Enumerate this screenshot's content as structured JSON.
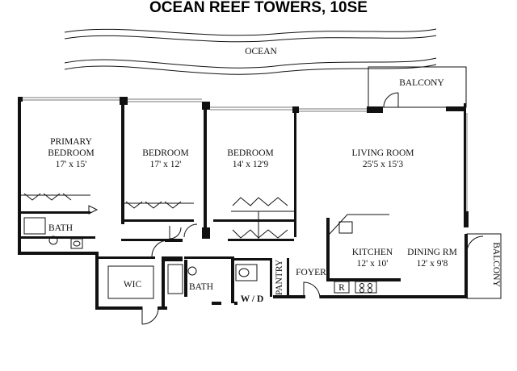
{
  "title": "OCEAN REEF TOWERS, 10SE",
  "ocean": "OCEAN",
  "rooms": {
    "primary_bedroom": {
      "name_line1": "PRIMARY",
      "name_line2": "BEDROOM",
      "dims": "17' x 15'"
    },
    "bedroom_1": {
      "name": "BEDROOM",
      "dims": "17' x 12'"
    },
    "bedroom_2": {
      "name": "BEDROOM",
      "dims": "14' x 12'9"
    },
    "living_room": {
      "name": "LIVING ROOM",
      "dims": "25'5 x 15'3"
    },
    "kitchen": {
      "name": "KITCHEN",
      "dims": "12' x 10'"
    },
    "dining": {
      "name": "DINING RM",
      "dims": "12' x 9'8"
    },
    "balcony_top": {
      "name": "BALCONY"
    },
    "balcony_right": {
      "name": "BALCONY"
    },
    "bath_1": {
      "name": "BATH"
    },
    "bath_2": {
      "name": "BATH"
    },
    "wic": {
      "name": "WIC"
    },
    "wd": {
      "name": "W / D"
    },
    "pantry": {
      "name": "PANTRY"
    },
    "foyer": {
      "name": "FOYER"
    },
    "fridge": {
      "name": "R"
    }
  },
  "colors": {
    "wall": "#111111",
    "background": "#ffffff"
  }
}
